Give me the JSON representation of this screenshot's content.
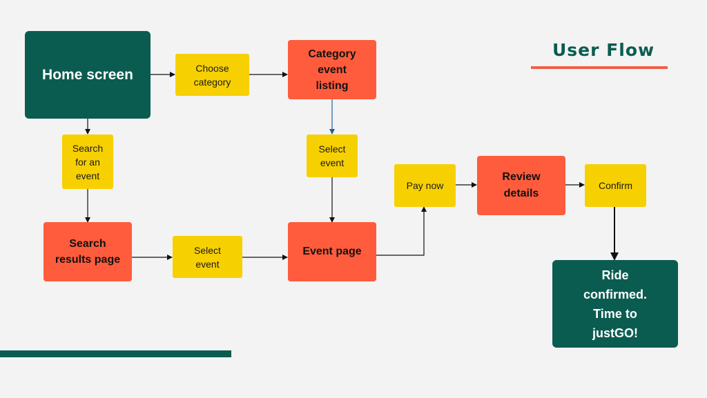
{
  "title": "User Flow",
  "colors": {
    "dark_green": "#0b5c50",
    "orange": "#fe5c3c",
    "yellow": "#f7d002",
    "background": "#f3f3f3",
    "underline": "#f0604a",
    "blue_connector": "#1f5f99"
  },
  "nodes": {
    "home_screen": "Home screen",
    "choose_category": "Choose\ncategory",
    "category_listing": "Category\nevent\nlisting",
    "search_event": "Search\nfor an\nevent",
    "select_event_top": "Select\nevent",
    "pay_now": "Pay now",
    "review_details": "Review\ndetails",
    "confirm": "Confirm",
    "search_results": "Search\nresults page",
    "select_event_bottom": "Select\nevent",
    "event_page": "Event page",
    "ride_confirmed": "Ride\nconfirmed.\nTime to\njustGO!"
  }
}
